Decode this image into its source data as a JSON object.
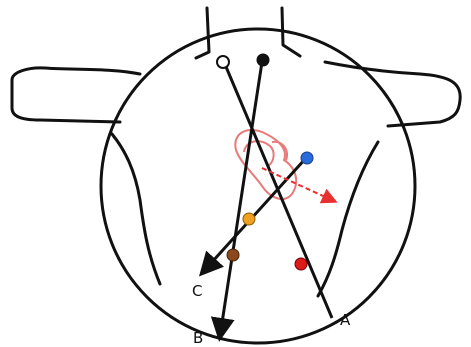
{
  "diagram": {
    "labels": {
      "a": "A",
      "b": "B",
      "c": "C"
    },
    "markers": {
      "white_color": "#ffffff",
      "black_color": "#111111",
      "blue_color": "#2a6bdc",
      "orange_color": "#f0a020",
      "brown_color": "#8a4a1e",
      "red_color": "#dd1a1a"
    },
    "target": {
      "outline_color": "#e87a7a",
      "arrow_color": "#e83030"
    }
  }
}
